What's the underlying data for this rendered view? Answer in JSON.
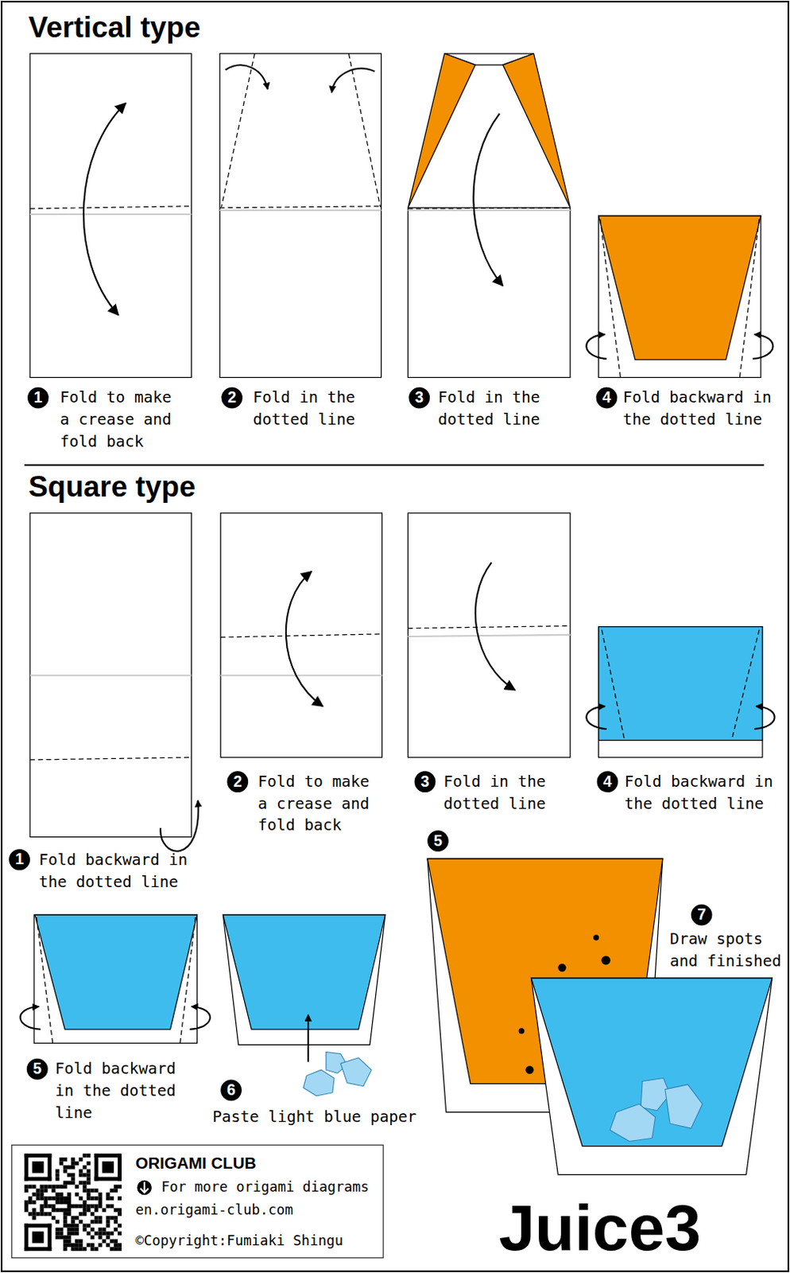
{
  "diagram": {
    "title": "Juice3",
    "nodes": [
      {
        "text": [
          "ORIGAMI CLUB",
          "For more origami diagrams",
          "en.origami-club.com",
          "©Copyright:Fumiaki Shingu"
        ]
      }
    ],
    "labels": [
      "Vertical type",
      "1",
      "Fold to make a crease and fold back",
      "2",
      "Fold in the dotted line",
      "3",
      "Fold in the dotted line",
      "4",
      "Fold backward in the dotted line",
      "Square type",
      "1",
      "Fold backward in the dotted line",
      "2",
      "Fold to make a crease and fold back",
      "3",
      "Fold in the dotted line",
      "4",
      "Fold backward in the dotted line",
      "5",
      "Fold backward in the dotted line",
      "6",
      "Paste light blue paper",
      "5",
      "7",
      "Draw spots and finished"
    ]
  }
}
